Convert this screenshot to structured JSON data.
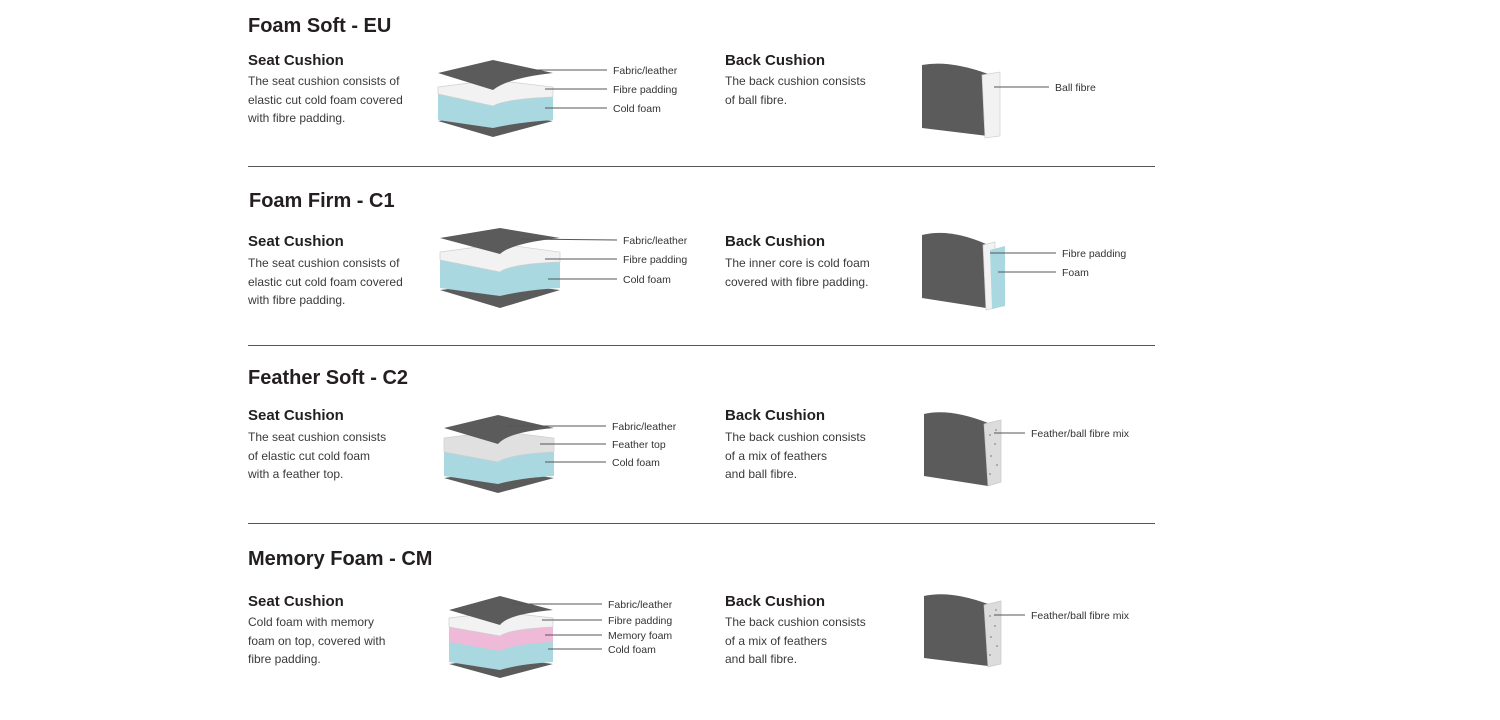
{
  "sections": [
    {
      "title": "Foam Soft - EU",
      "seat": {
        "title": "Seat Cushion",
        "desc": [
          "The seat cushion consists of",
          "elastic cut cold foam covered",
          "with fibre padding."
        ],
        "labels": [
          "Fabric/leather",
          "Fibre padding",
          "Cold foam"
        ]
      },
      "back": {
        "title": "Back Cushion",
        "desc": [
          "The back cushion consists",
          "of ball fibre."
        ],
        "labels": [
          "Ball fibre"
        ]
      }
    },
    {
      "title": "Foam Firm - C1",
      "seat": {
        "title": "Seat Cushion",
        "desc": [
          "The seat cushion consists of",
          "elastic cut cold foam covered",
          "with fibre padding."
        ],
        "labels": [
          "Fabric/leather",
          "Fibre padding",
          "Cold foam"
        ]
      },
      "back": {
        "title": "Back Cushion",
        "desc": [
          "The inner core is cold foam",
          "covered with fibre padding."
        ],
        "labels": [
          "Fibre padding",
          "Foam"
        ]
      }
    },
    {
      "title": "Feather Soft - C2",
      "seat": {
        "title": "Seat Cushion",
        "desc": [
          "The seat cushion consists",
          "of elastic cut cold foam",
          "with a feather top."
        ],
        "labels": [
          "Fabric/leather",
          "Feather top",
          "Cold foam"
        ]
      },
      "back": {
        "title": "Back Cushion",
        "desc": [
          "The back cushion consists",
          "of a mix of feathers",
          "and ball fibre."
        ],
        "labels": [
          "Feather/ball fibre mix"
        ]
      }
    },
    {
      "title": "Memory Foam - CM",
      "seat": {
        "title": "Seat Cushion",
        "desc": [
          "Cold foam with memory",
          "foam on top, covered with",
          "fibre padding."
        ],
        "labels": [
          "Fabric/leather",
          "Fibre padding",
          "Memory foam",
          "Cold foam"
        ]
      },
      "back": {
        "title": "Back Cushion",
        "desc": [
          "The back cushion consists",
          "of a mix of feathers",
          "and ball fibre."
        ],
        "labels": [
          "Feather/ball fibre mix"
        ]
      }
    }
  ],
  "colors": {
    "fabric": "#5b5b5b",
    "padding": "#f2f2f2",
    "cold_foam": "#a9d8e0",
    "memory_foam": "#efb9d8",
    "feather": "#e0e0e0",
    "line": "#555555"
  }
}
